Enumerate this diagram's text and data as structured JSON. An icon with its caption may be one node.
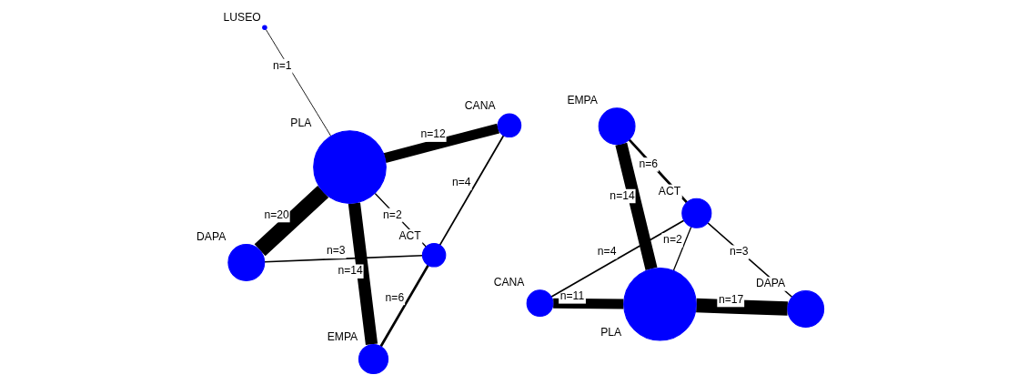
{
  "diagram": {
    "nodes": [
      {
        "text": [
          "DAPA"
        ]
      },
      {
        "text": [
          "CANA"
        ]
      },
      {
        "text": [
          "EMPA"
        ]
      },
      {
        "text": [
          "PLA"
        ]
      },
      {
        "text": [
          "ACT"
        ]
      },
      {
        "text": [
          "LUSEO"
        ]
      },
      {
        "text": [
          "CANA"
        ]
      },
      {
        "text": [
          "DAPA"
        ]
      },
      {
        "text": [
          "PLA"
        ]
      },
      {
        "text": [
          "EMPA"
        ]
      },
      {
        "text": [
          "ACT"
        ]
      }
    ],
    "edges": [
      {
        "from": 0,
        "to": 3,
        "arrow": "none",
        "label": "n=20",
        "style": "thick"
      },
      {
        "from": 1,
        "to": 3,
        "arrow": "none",
        "label": "n=12",
        "style": "thick"
      },
      {
        "from": 0,
        "to": 4,
        "arrow": "none",
        "label": "n=3"
      },
      {
        "from": 1,
        "to": 4,
        "arrow": "none",
        "label": "n=4"
      },
      {
        "from": 2,
        "to": 3,
        "arrow": "none",
        "label": "n=14",
        "style": "thick"
      },
      {
        "from": 2,
        "to": 4,
        "arrow": "none",
        "label": "n=6"
      },
      {
        "from": 4,
        "to": 3,
        "arrow": "none",
        "label": "n=2"
      },
      {
        "from": 3,
        "to": 5,
        "arrow": "none",
        "label": "n=1"
      },
      {
        "from": 6,
        "to": 8,
        "arrow": "none",
        "label": "n=11",
        "style": "thick"
      },
      {
        "from": 7,
        "to": 8,
        "arrow": "none",
        "label": "n=17",
        "style": "thick"
      },
      {
        "from": 6,
        "to": 10,
        "arrow": "none",
        "label": "n=4"
      },
      {
        "from": 7,
        "to": 10,
        "arrow": "none",
        "label": "n=3"
      },
      {
        "from": 9,
        "to": 8,
        "arrow": "none",
        "label": "n=14",
        "style": "thick"
      },
      {
        "from": 9,
        "to": 10,
        "arrow": "none",
        "label": "n=6"
      },
      {
        "from": 8,
        "to": 10,
        "arrow": "none",
        "label": "n=2"
      }
    ]
  }
}
